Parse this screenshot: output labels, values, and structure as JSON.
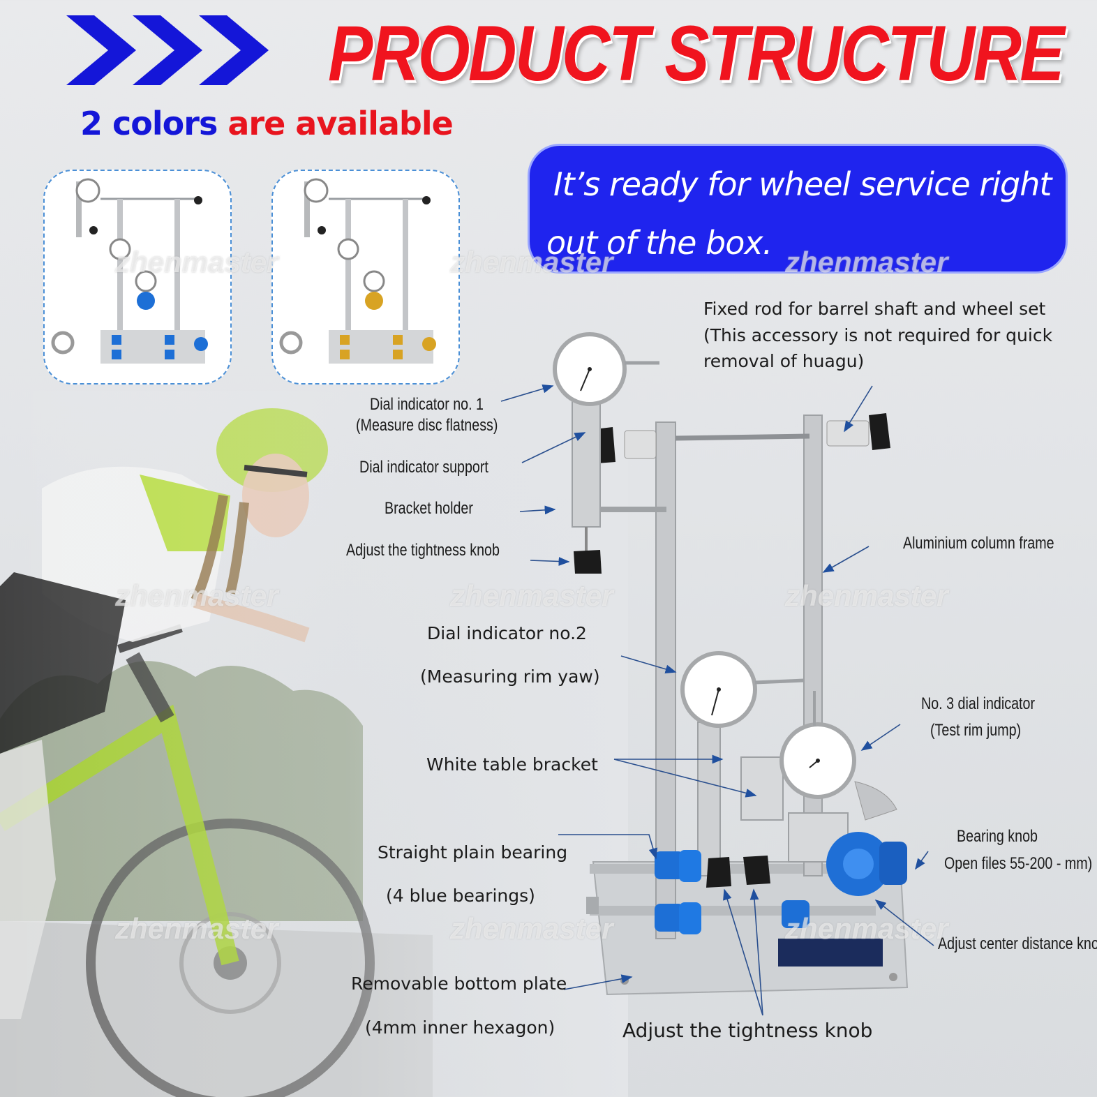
{
  "header": {
    "title": "PRODUCT STRUCTURE",
    "colors_count": "2 colors",
    "colors_rest": " are available"
  },
  "banner": {
    "line1": "It’s ready for wheel service right",
    "line2": "out of the box."
  },
  "watermark": "zhenmaster",
  "variants": [
    {
      "name": "blue",
      "accent": "#1d6fd6"
    },
    {
      "name": "gold",
      "accent": "#d8a323"
    }
  ],
  "labels": {
    "fixed_rod_1": "Fixed rod for barrel shaft and wheel set",
    "fixed_rod_2": "(This accessory is not required for quick",
    "fixed_rod_3": "removal of huagu)",
    "dial1_a": "Dial indicator no. 1",
    "dial1_b": "(Measure disc flatness)",
    "dial_support": "Dial indicator support",
    "bracket_holder": "Bracket holder",
    "adjust_knob_top": "Adjust the tightness knob",
    "aluminium_frame": "Aluminium column frame",
    "dial2_a": "Dial indicator no.2",
    "dial2_b": "(Measuring rim yaw)",
    "dial3_a": "No. 3 dial indicator",
    "dial3_b": "(Test rim jump)",
    "white_bracket": "White table bracket",
    "bearing_knob_a": "Bearing knob",
    "bearing_knob_b": "Open files 55-200 - mm)",
    "straight_bearing_a": "Straight plain bearing",
    "straight_bearing_b": "(4 blue bearings)",
    "center_knob": "Adjust center distance knob",
    "bottom_plate_a": "Removable bottom plate",
    "bottom_plate_b": "(4mm inner hexagon)",
    "adjust_knob_bottom": "Adjust the tightness knob"
  },
  "colors": {
    "title_red": "#f0141e",
    "accent_blue": "#1416d8",
    "banner_blue": "#1f24ee",
    "bearing_blue": "#1d6fd6",
    "gold": "#d8a323"
  }
}
